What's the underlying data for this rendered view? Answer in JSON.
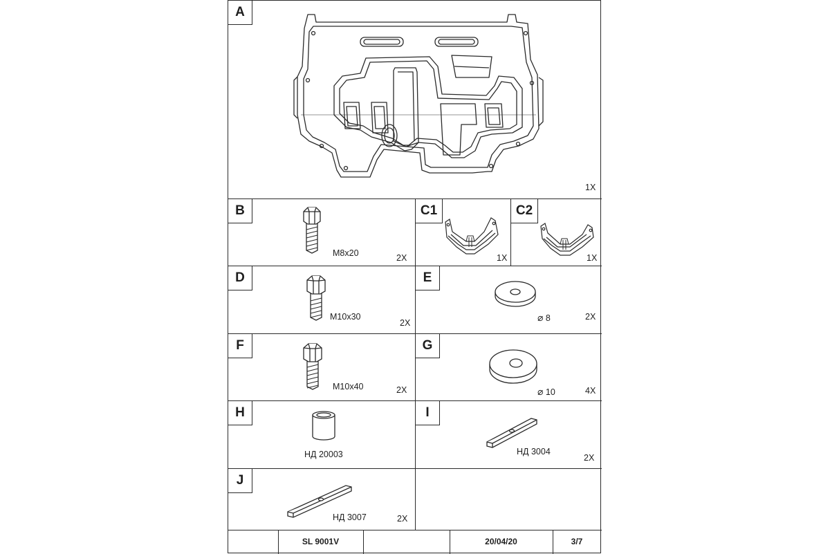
{
  "parts": {
    "A": {
      "label": "A",
      "qty": "1X"
    },
    "B": {
      "label": "B",
      "size": "M8x20",
      "qty": "2X"
    },
    "C1": {
      "label": "C1",
      "qty": "1X"
    },
    "C2": {
      "label": "C2",
      "qty": "1X"
    },
    "D": {
      "label": "D",
      "size": "M10x30",
      "qty": "2X"
    },
    "E": {
      "label": "E",
      "diameter": "8",
      "qty": "2X"
    },
    "F": {
      "label": "F",
      "size": "M10x40",
      "qty": "2X"
    },
    "G": {
      "label": "G",
      "diameter": "10",
      "qty": "4X"
    },
    "H": {
      "label": "H",
      "code": "НД 20003"
    },
    "I": {
      "label": "I",
      "code": "НД 3004",
      "qty": "2X"
    },
    "J": {
      "label": "J",
      "code": "НД 3007",
      "qty": "2X"
    }
  },
  "footer": {
    "model": "SL 9001V",
    "date": "20/04/20",
    "page": "3/7"
  }
}
